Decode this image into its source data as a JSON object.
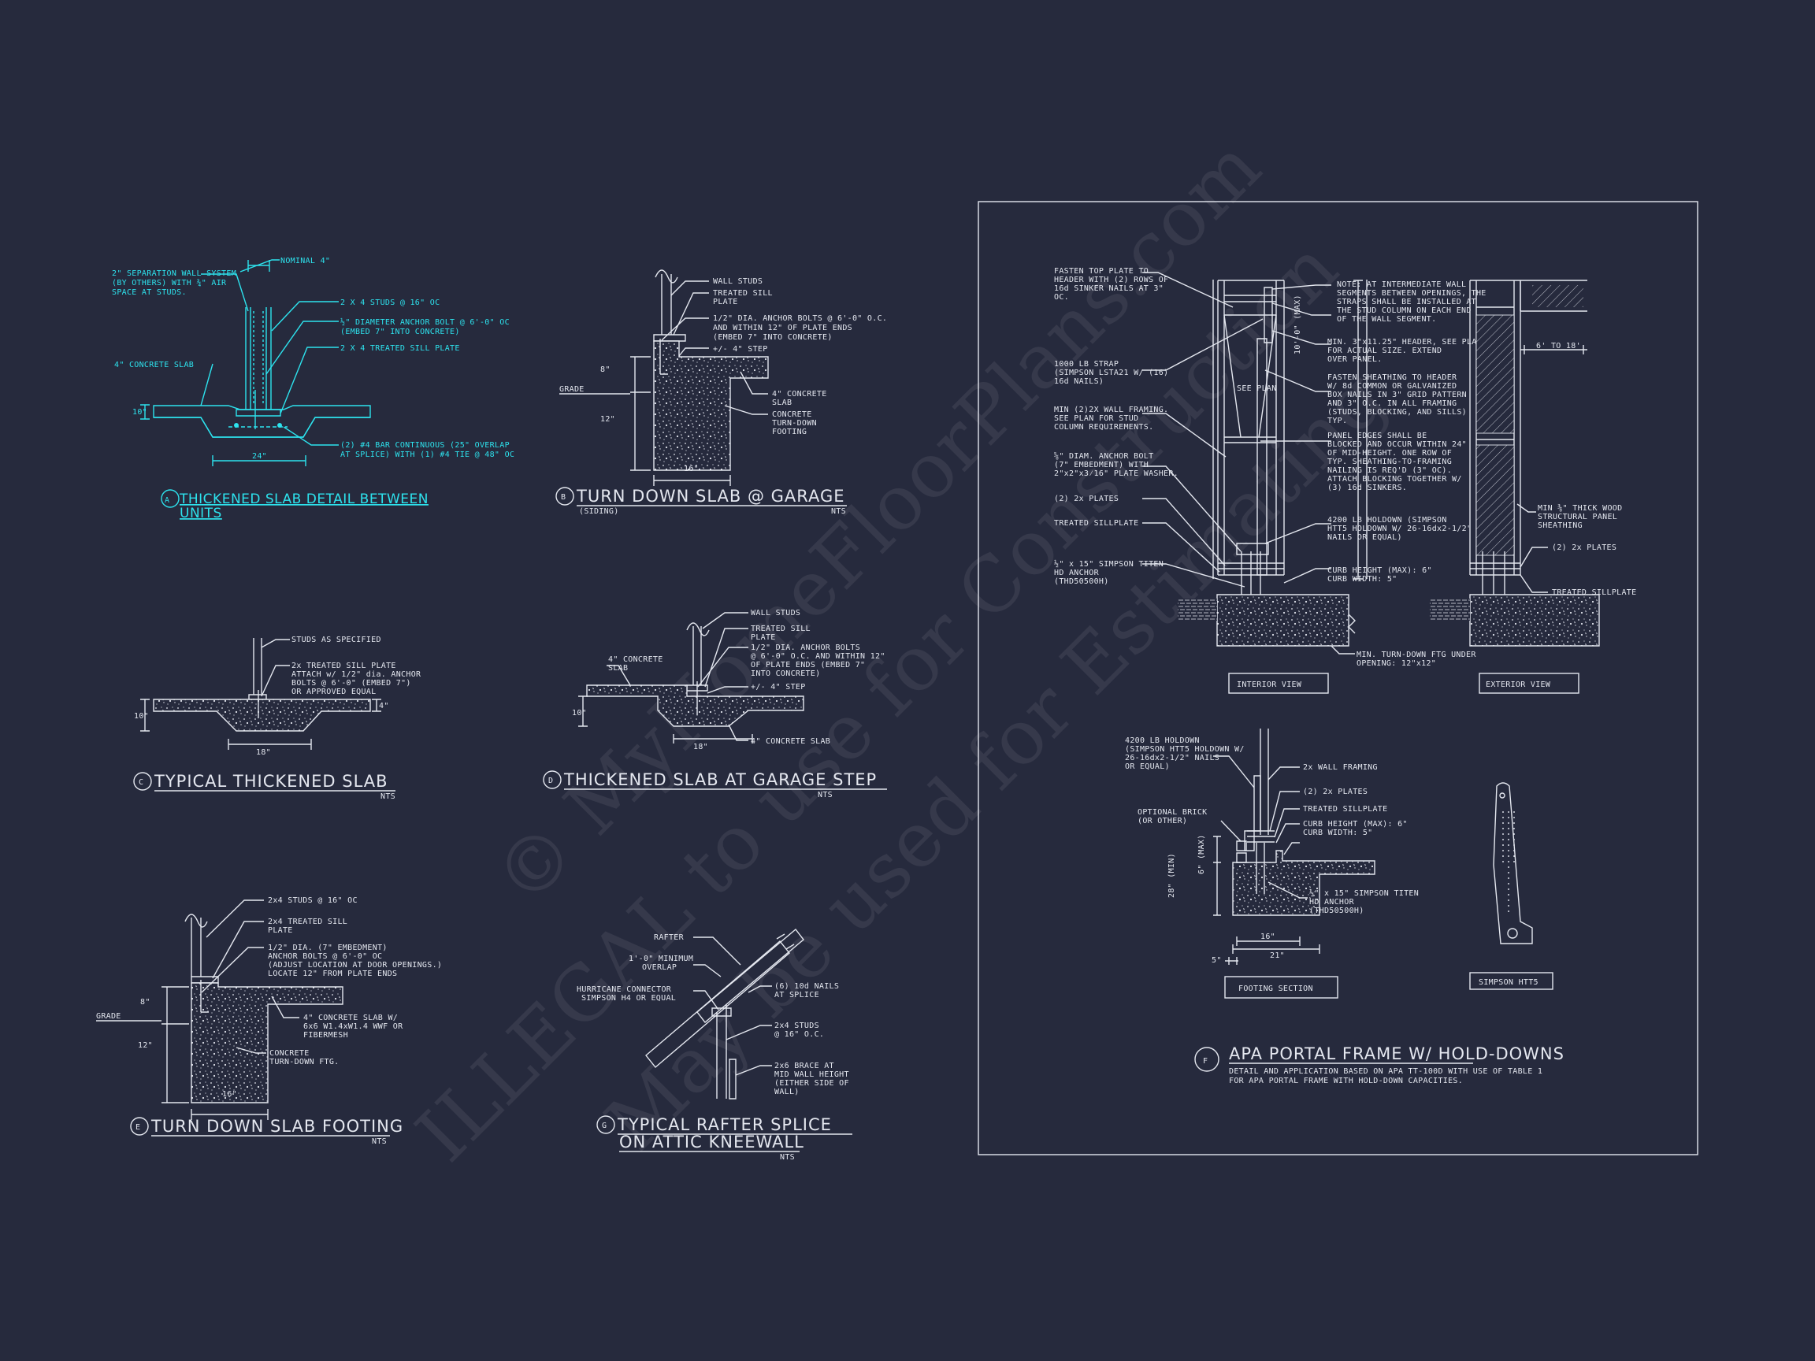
{
  "colors": {
    "background": "#262a3d",
    "lines": "#e4e7ef",
    "highlight": "#2de3ee"
  },
  "watermark": {
    "line1": "© MyHomeFloorPlans.com",
    "line2": "ILLEGAL to use for Construction",
    "line3": "May be used for Estimating"
  },
  "detail_a": {
    "tag": "A",
    "title_line1": "THICKENED SLAB DETAIL BETWEEN",
    "title_line2": "UNITS",
    "notes": [
      "2\" SEPARATION WALL SYSTEM",
      "(BY OTHERS) WITH ¾\" AIR",
      "SPACE AT STUDS.",
      "NOMINAL 4\"",
      "2 X 4 STUDS @ 16\" OC",
      "½\" DIAMETER ANCHOR BOLT @ 6'-0\" OC",
      "(EMBED 7\" INTO CONCRETE)",
      "2 X 4 TREATED SILL PLATE",
      "4\" CONCRETE SLAB",
      "(2) #4 BAR CONTINUOUS (25\" OVERLAP",
      "AT SPLICE) WITH (1) #4 TIE @ 48\" OC"
    ],
    "dim_depth": "10\"",
    "dim_width": "24\""
  },
  "detail_b": {
    "tag": "B",
    "title": "TURN DOWN SLAB @ GARAGE",
    "subtitle": "(SIDING)",
    "scale": "NTS",
    "notes": [
      "WALL STUDS",
      "TREATED SILL",
      "PLATE",
      "1/2\" DIA. ANCHOR BOLTS @ 6'-0\" O.C.",
      "AND WITHIN 12\" OF PLATE ENDS",
      "(EMBED 7\" INTO CONCRETE)",
      "+/- 4\" STEP",
      "4\" CONCRETE",
      "SLAB",
      "CONCRETE",
      "TURN-DOWN",
      "FOOTING"
    ],
    "grade": "GRADE",
    "dim_upper": "8\"",
    "dim_lower": "12\"",
    "dim_width": "16\""
  },
  "detail_c": {
    "tag": "C",
    "title": "TYPICAL THICKENED SLAB",
    "scale": "NTS",
    "notes": [
      "STUDS AS SPECIFIED",
      "2x TREATED SILL PLATE",
      "ATTACH w/ 1/2\" dia. ANCHOR",
      "BOLTS @ 6'-0\" (EMBED 7\")",
      "OR APPROVED EQUAL"
    ],
    "dim_depth": "10\"",
    "dim_slab": "4\"",
    "dim_width": "18\""
  },
  "detail_d": {
    "tag": "D",
    "title": "THICKENED SLAB AT GARAGE STEP",
    "scale": "NTS",
    "notes": [
      "WALL STUDS",
      "TREATED SILL",
      "PLATE",
      "1/2\" DIA. ANCHOR BOLTS",
      "@ 6'-0\" O.C. AND WITHIN 12\"",
      "OF PLATE ENDS (EMBED 7\"",
      "INTO CONCRETE)",
      "4\" CONCRETE",
      "SLAB",
      "+/- 4\" STEP",
      "4\" CONCRETE SLAB"
    ],
    "dim_depth": "10\"",
    "dim_width": "18\""
  },
  "detail_e": {
    "tag": "E",
    "title": "TURN DOWN SLAB FOOTING",
    "scale": "NTS",
    "notes": [
      "2x4 STUDS @ 16\" OC",
      "2x4 TREATED SILL",
      "PLATE",
      "1/2\" DIA. (7\" EMBEDMENT)",
      "ANCHOR BOLTS @ 6'-0\" OC",
      "(ADJUST LOCATION AT DOOR OPENINGS.)",
      "LOCATE 12\" FROM PLATE ENDS",
      "4\" CONCRETE SLAB W/",
      "6x6 W1.4xW1.4 WWF OR",
      "FIBERMESH",
      "CONCRETE",
      "TURN-DOWN FTG."
    ],
    "grade": "GRADE",
    "dim_upper": "8\"",
    "dim_lower": "12\"",
    "dim_width": "16\""
  },
  "detail_g": {
    "tag": "G",
    "title_line1": "TYPICAL RAFTER SPLICE",
    "title_line2": "ON ATTIC KNEEWALL",
    "scale": "NTS",
    "notes": [
      "RAFTER",
      "1'-0\" MINIMUM",
      "OVERLAP",
      "HURRICANE CONNECTOR",
      "SIMPSON H4 OR EQUAL",
      "(6) 10d NAILS",
      "AT SPLICE",
      "2x4 STUDS",
      "@ 16\" O.C.",
      "2x6 BRACE AT",
      "MID WALL HEIGHT",
      "(EITHER SIDE OF",
      "WALL)"
    ]
  },
  "detail_f": {
    "tag": "F",
    "title": "APA PORTAL FRAME W/ HOLD-DOWNS",
    "desc_line1": "DETAIL AND APPLICATION BASED ON APA TT-100D WITH USE OF TABLE 1",
    "desc_line2": "FOR APA PORTAL FRAME WITH HOLD-DOWN CAPACITIES.",
    "interior_label": "INTERIOR VIEW",
    "exterior_label": "EXTERIOR VIEW",
    "footing_label": "FOOTING SECTION",
    "simpson_label": "SIMPSON HTT5",
    "see_plan": "SEE PLAN",
    "height_dim": "10'-0\" (MAX)",
    "ext_dim": "6' TO 18'",
    "left_notes": [
      "FASTEN TOP PLATE TO",
      "HEADER WITH (2) ROWS OF",
      "16d SINKER NAILS AT 3\"",
      "OC.",
      "1000 LB STRAP",
      "(SIMPSON LSTA21 W/ (16)",
      "16d NAILS)",
      "MIN (2)2X WALL FRAMING.",
      "SEE PLAN FOR STUD",
      "COLUMN REQUIREMENTS.",
      "⅝\" DIAM. ANCHOR BOLT",
      "(7\" EMBEDMENT) WITH",
      "2\"x2\"x3⁄16\" PLATE WASHER.",
      "(2) 2x PLATES",
      "TREATED SILLPLATE",
      "½\" x 15\" SIMPSON TITEN",
      "HD ANCHOR",
      "(THD50500H)"
    ],
    "center_notes": [
      "NOTE: AT INTERMEDIATE WALL",
      "SEGMENTS BETWEEN OPENINGS, THE",
      "STRAPS SHALL BE INSTALLED AT",
      "THE STUD COLUMN ON EACH END",
      "OF THE WALL SEGMENT.",
      "MIN. 3\"x11.25\" HEADER, SEE PLAN",
      "FOR ACTUAL SIZE. EXTEND",
      "OVER PANEL.",
      "FASTEN SHEATHING TO HEADER",
      "W/ 8d COMMON OR GALVANIZED",
      "BOX NAILS IN 3\" GRID PATTERN",
      "AND 3\" O.C. IN ALL FRAMING",
      "(STUDS, BLOCKING, AND SILLS)",
      "TYP.",
      "PANEL EDGES SHALL BE",
      "BLOCKED AND OCCUR WITHIN 24\"",
      "OF MID-HEIGHT. ONE ROW OF",
      "TYP. SHEATHING-TO-FRAMING",
      "NAILING IS REQ'D (3\" OC).",
      "ATTACH BLOCKING TOGETHER W/",
      "(3) 16d SINKERS.",
      "4200 LB HOLDOWN (SIMPSON",
      "HTT5 HOLDOWN W/ 26-16dx2-1/2\"",
      "NAILS OR EQUAL)",
      "CURB HEIGHT (MAX): 6\"",
      "CURB WIDTH: 5\"",
      "MIN. TURN-DOWN FTG UNDER",
      "OPENING: 12\"x12\""
    ],
    "right_notes": [
      "MIN ⅜\" THICK WOOD",
      "STRUCTURAL PANEL",
      "SHEATHING",
      "(2) 2x PLATES",
      "TREATED SILLPLATE"
    ],
    "footing_notes": [
      "4200 LB HOLDOWN",
      "(SIMPSON HTT5 HOLDOWN W/",
      "26-16dx2-1/2\" NAILS",
      "OR EQUAL)",
      "2x WALL FRAMING",
      "(2) 2x PLATES",
      "TREATED SILLPLATE",
      "CURB HEIGHT (MAX): 6\"",
      "CURB WIDTH: 5\"",
      "OPTIONAL BRICK",
      "(OR OTHER)",
      "½\" x 15\" SIMPSON TITEN",
      "HD ANCHOR",
      "(THD50500H)"
    ],
    "footing_dims": [
      "6\" (MAX)",
      "28\" (MIN)",
      "16\"",
      "21\"",
      "5\""
    ]
  }
}
